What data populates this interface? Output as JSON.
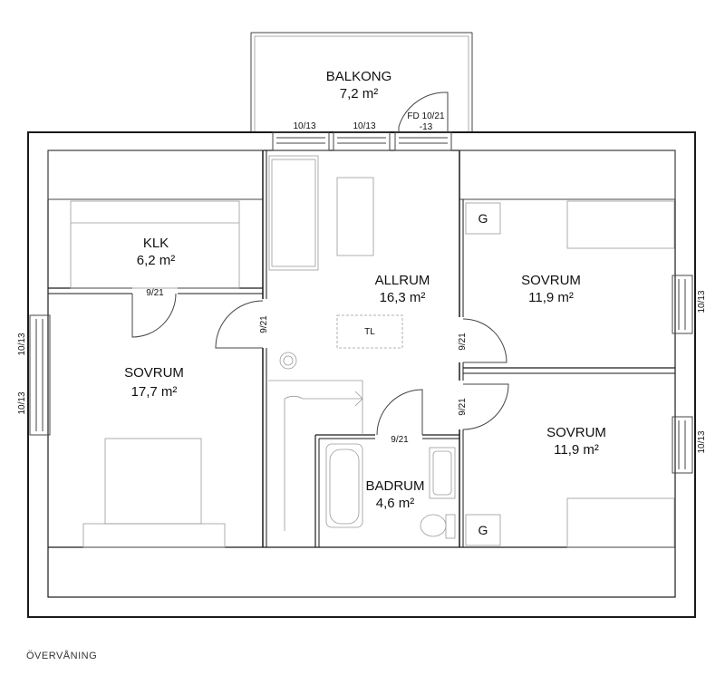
{
  "rooms": {
    "balkong": {
      "name": "BALKONG",
      "area": "7,2 m²"
    },
    "klk": {
      "name": "KLK",
      "area": "6,2 m²"
    },
    "allrum": {
      "name": "ALLRUM",
      "area": "16,3 m²"
    },
    "sovrum_ne": {
      "name": "SOVRUM",
      "area": "11,9 m²"
    },
    "sovrum_w": {
      "name": "SOVRUM",
      "area": "17,7 m²"
    },
    "sovrum_se": {
      "name": "SOVRUM",
      "area": "11,9 m²"
    },
    "badrum": {
      "name": "BADRUM",
      "area": "4,6 m²"
    }
  },
  "labels": {
    "window_balcony_1": "10/13",
    "window_balcony_2": "10/13",
    "balcony_door_line1": "FD 10/21",
    "balcony_door_line2": "-13",
    "door_klk": "9/21",
    "door_allrum_w": "9/21",
    "door_sovrum_ne": "9/21",
    "door_sovrum_se": "9/21",
    "door_badrum": "9/21",
    "window_west_1": "10/13",
    "window_west_2": "10/13",
    "window_east_1": "10/13",
    "window_east_2": "10/13",
    "tl": "TL",
    "g_top": "G",
    "g_bottom": "G"
  },
  "floor_label": "ÖVERVÅNING"
}
